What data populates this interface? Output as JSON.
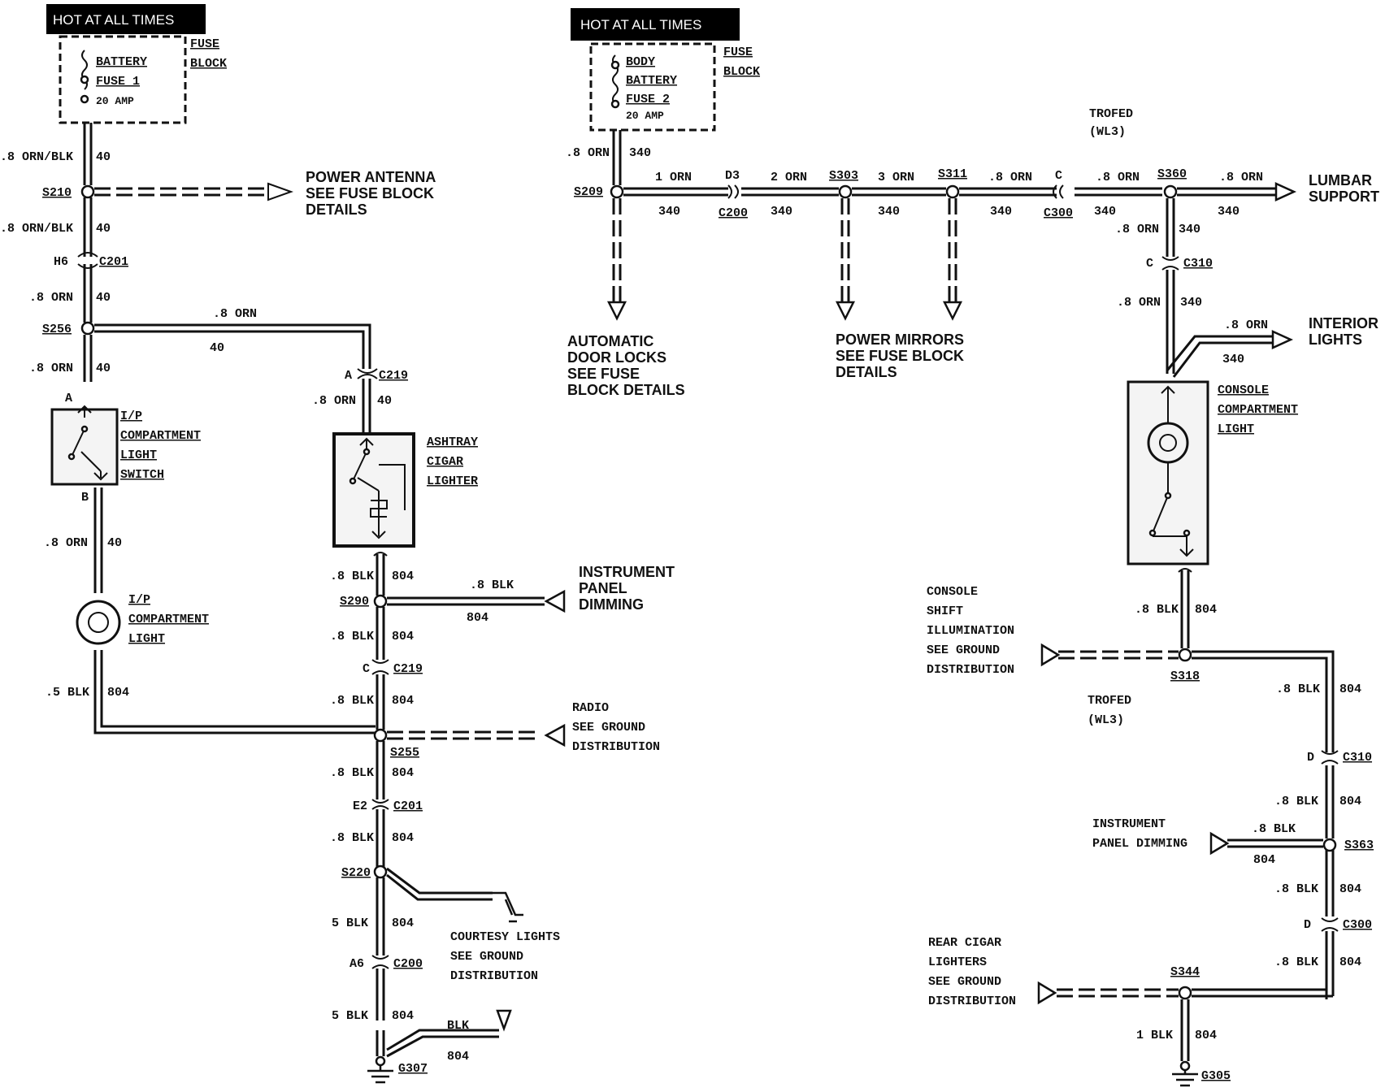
{
  "left_circuit": {
    "header": "HOT AT ALL TIMES",
    "fuse_block": {
      "label_1": "FUSE",
      "label_2": "BLOCK",
      "fuse_1": "BATTERY",
      "fuse_2": "FUSE 1",
      "rating": "20 AMP"
    },
    "wires": {
      "w1_color": ".8 ORN/BLK",
      "w1_num": "40",
      "w2_color": ".8 ORN/BLK",
      "w2_num": "40",
      "w3_color": ".8 ORN",
      "w3_num": "40",
      "w4_color": ".8 ORN",
      "w4_num": "40",
      "w5_color": ".8 ORN",
      "w5_num": "40",
      "branch_color": ".8 ORN",
      "branch_num": "40",
      "w6_color": ".8 ORN",
      "w6_num": "40",
      "w7_color": ".5 BLK",
      "w7_num": "804"
    },
    "splices": {
      "s210": "S210",
      "s256": "S256"
    },
    "connectors": {
      "c201_pin": "H6",
      "c201": "C201",
      "c219_pin": "A",
      "c219": "C219",
      "switch_pin_a": "A",
      "switch_pin_b": "B"
    },
    "power_antenna": [
      "POWER ANTENNA",
      "SEE FUSE BLOCK",
      "DETAILS"
    ],
    "switch_labels": [
      "I/P",
      "COMPARTMENT",
      "LIGHT",
      "SWITCH"
    ],
    "light_labels": [
      "I/P",
      "COMPARTMENT",
      "LIGHT"
    ]
  },
  "middle_circuit": {
    "ashtray": [
      "ASHTRAY",
      "CIGAR",
      "LIGHTER"
    ],
    "wires": {
      "a1_color": ".8 BLK",
      "a1_num": "804",
      "a2_color": ".8 BLK",
      "a2_num": "804",
      "a3_color": ".8 BLK",
      "a3_num": "804",
      "a4_color": ".8 BLK",
      "a4_num": "804",
      "a5_color": ".8 BLK",
      "a5_num": "804",
      "a6_color": "5 BLK",
      "a6_num": "804",
      "a7_color": "5 BLK",
      "a7_num": "804",
      "ipd_color": ".8 BLK",
      "ipd_num": "804",
      "g_color": "BLK",
      "g_num": "804"
    },
    "splices": {
      "s290": "S290",
      "s255": "S255",
      "s220": "S220"
    },
    "connectors": {
      "c219_pin": "C",
      "c219": "C219",
      "c201_pin": "E2",
      "c201": "C201",
      "c200_pin": "A6",
      "c200": "C200"
    },
    "ground": "G307",
    "ip_dimming": [
      "INSTRUMENT",
      "PANEL",
      "DIMMING"
    ],
    "radio": [
      "RADIO",
      "SEE GROUND",
      "DISTRIBUTION"
    ],
    "courtesy": [
      "COURTESY LIGHTS",
      "SEE GROUND",
      "DISTRIBUTION"
    ]
  },
  "right_circuit": {
    "header": "HOT AT ALL TIMES",
    "fuse_block": {
      "label_1": "FUSE",
      "label_2": "BLOCK",
      "fuse_1": "BODY",
      "fuse_2": "BATTERY",
      "fuse_3": "FUSE 2",
      "rating": "20 AMP"
    },
    "option_top": [
      "TROFED",
      "(WL3)"
    ],
    "option_bottom": [
      "TROFED",
      "(WL3)"
    ],
    "splices": {
      "s209": "S209",
      "s303": "S303",
      "s311": "S311",
      "s360": "S360",
      "s318": "S318",
      "s363": "S363",
      "s344": "S344"
    },
    "connectors": {
      "d3": "D3",
      "c200": "C200",
      "c300_pin": "C",
      "c300": "C300",
      "c310_pin": "C",
      "c310": "C310",
      "c310b_pin": "D",
      "c310b": "C310",
      "c300b_pin": "D",
      "c300b": "C300"
    },
    "wires": {
      "f_color": ".8 ORN",
      "f_num": "340",
      "h1_color": "1 ORN",
      "h1_num": "340",
      "h2_color": "2 ORN",
      "h2_num": "340",
      "h3_color": "3 ORN",
      "h3_num": "340",
      "h4_color": ".8 ORN",
      "h4_num": "340",
      "h5_color": ".8 ORN",
      "h5_num": "340",
      "h6_color": ".8 ORN",
      "h6_num": "340",
      "v1_color": ".8 ORN",
      "v1_num": "340",
      "v2_color": ".8 ORN",
      "v2_num": "340",
      "int_color": ".8 ORN",
      "int_num": "340",
      "b1_color": ".8 BLK",
      "b1_num": "804",
      "b2_color": ".8 BLK",
      "b2_num": "804",
      "b3_color": ".8 BLK",
      "b3_num": "804",
      "b4_color": ".8 BLK",
      "b4_num": "804",
      "b5_color": ".8 BLK",
      "b5_num": "804",
      "ipd_color": ".8 BLK",
      "ipd_num": "804",
      "g_color": "1 BLK",
      "g_num": "804"
    },
    "ground": "G305",
    "lumbar": [
      "LUMBAR",
      "SUPPORT"
    ],
    "interior": [
      "INTERIOR",
      "LIGHTS"
    ],
    "door_locks": [
      "AUTOMATIC",
      "DOOR LOCKS",
      "SEE FUSE",
      "BLOCK DETAILS"
    ],
    "mirrors": [
      "POWER MIRRORS",
      "SEE FUSE BLOCK",
      "DETAILS"
    ],
    "console_light": [
      "CONSOLE",
      "COMPARTMENT",
      "LIGHT"
    ],
    "console_shift": [
      "CONSOLE",
      "SHIFT",
      "ILLUMINATION",
      "SEE GROUND",
      "DISTRIBUTION"
    ],
    "ip_dimming": [
      "INSTRUMENT",
      "PANEL DIMMING"
    ],
    "rear_cigar": [
      "REAR CIGAR",
      "LIGHTERS",
      "SEE GROUND",
      "DISTRIBUTION"
    ]
  }
}
